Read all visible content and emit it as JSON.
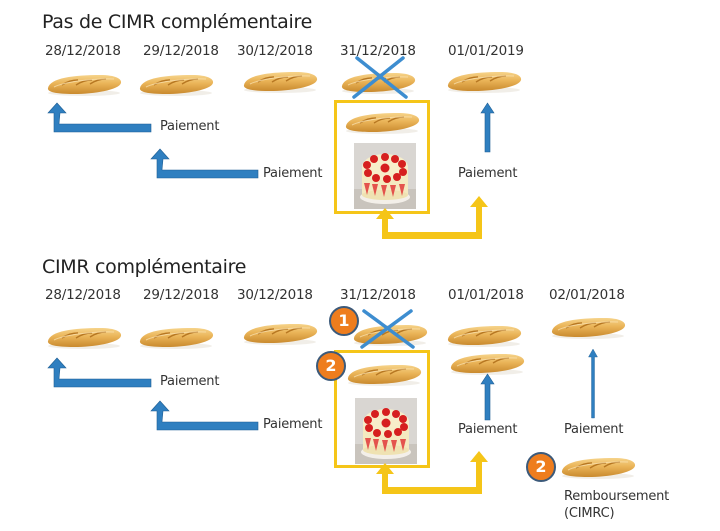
{
  "colors": {
    "blue_arrow": "#2f7fc0",
    "yellow_arrow": "#f5c518",
    "badge_fill": "#ee7d1e",
    "badge_border": "#3c5a7a",
    "cross": "#3d8dd0"
  },
  "section1": {
    "title": "Pas de CIMR complémentaire",
    "dates": [
      "28/12/2018",
      "29/12/2018",
      "30/12/2018",
      "31/12/2018",
      "01/01/2019"
    ],
    "labels": {
      "payment_1": "Paiement",
      "payment_2": "Paiement",
      "payment_3": "Paiement"
    },
    "icons": {
      "bread": "baguette-icon",
      "cake": "strawberry-cake-image",
      "cross": "cross-icon"
    }
  },
  "section2": {
    "title": "CIMR complémentaire",
    "dates": [
      "28/12/2018",
      "29/12/2018",
      "30/12/2018",
      "31/12/2018",
      "01/01/2018",
      "02/01/2018"
    ],
    "labels": {
      "payment_1": "Paiement",
      "payment_2": "Paiement",
      "payment_3": "Paiement",
      "payment_4": "Paiement",
      "refund": "Remboursement",
      "refund_sub": "(CIMRC)"
    },
    "badges": [
      "1",
      "2",
      "2"
    ]
  }
}
